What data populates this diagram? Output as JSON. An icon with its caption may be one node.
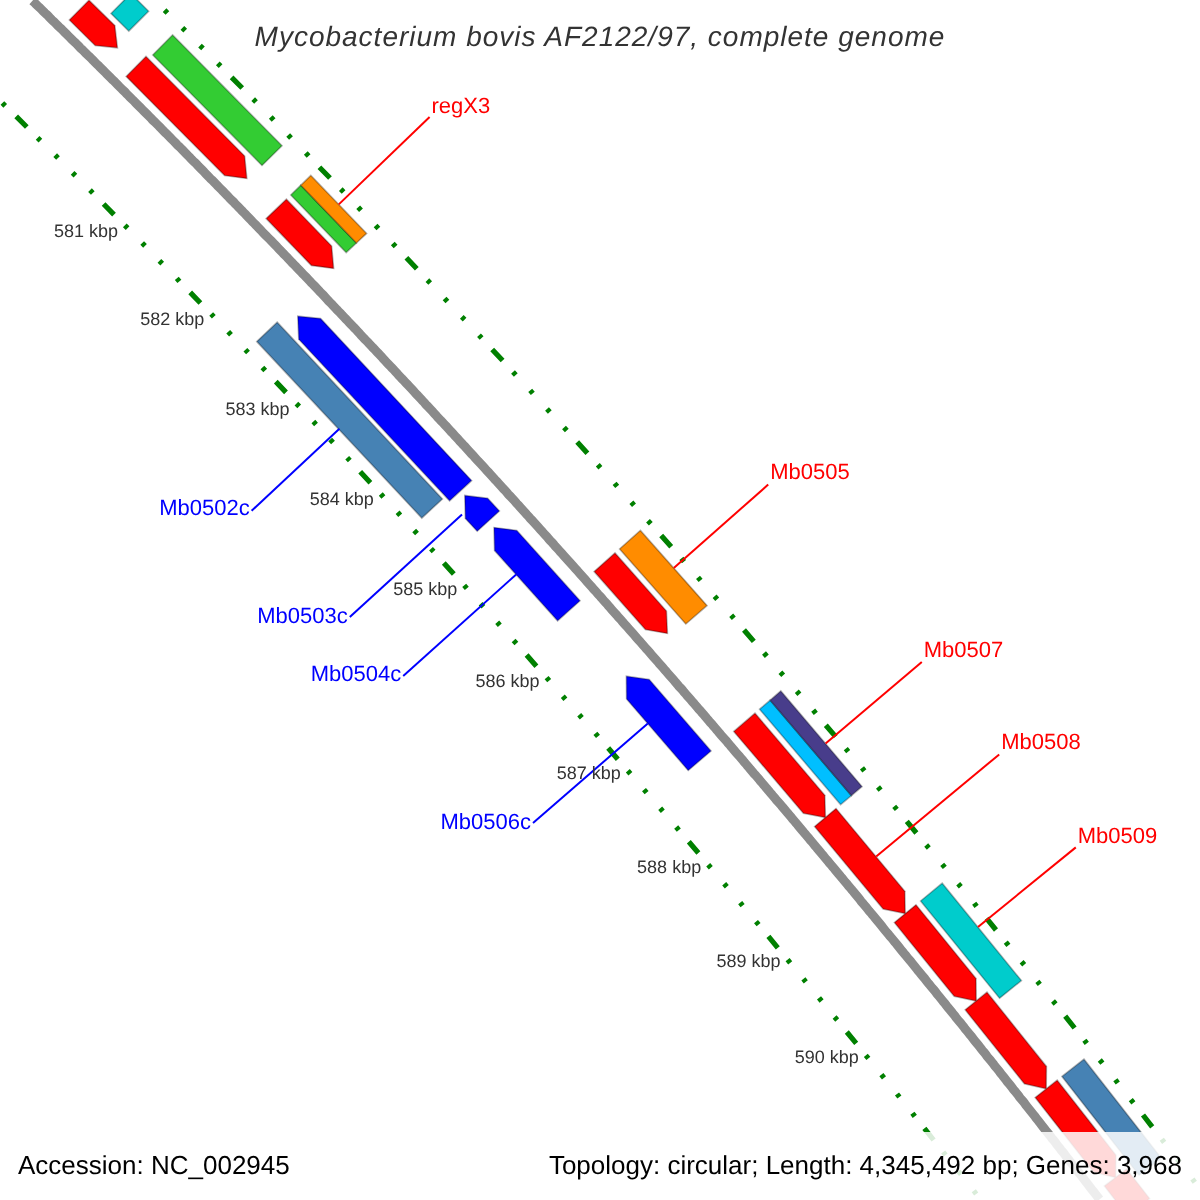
{
  "diagram": {
    "title": "Mycobacterium bovis AF2122/97, complete genome",
    "nodes": [
      {
        "text": [
          "regX3"
        ]
      },
      {
        "text": [],
        "shape": "bar"
      },
      {
        "text": [
          "Mb0502c"
        ]
      },
      {
        "text": [],
        "shape": "bar"
      },
      {
        "text": [
          "Mb0503c"
        ]
      },
      {
        "text": [],
        "shape": "bar"
      },
      {
        "text": [
          "Mb0504c"
        ]
      },
      {
        "text": [],
        "shape": "bar"
      },
      {
        "text": [
          "Mb0505"
        ]
      },
      {
        "text": [],
        "shape": "bar"
      },
      {
        "text": [
          "Mb0506c"
        ]
      },
      {
        "text": [],
        "shape": "bar"
      },
      {
        "text": [
          "Mb0507"
        ]
      },
      {
        "text": [],
        "shape": "bar"
      },
      {
        "text": [
          "Mb0508"
        ]
      },
      {
        "text": [],
        "shape": "bar"
      },
      {
        "text": [
          "Mb0509"
        ]
      },
      {
        "text": [],
        "shape": "bar"
      },
      {
        "text": [],
        "shape": "bar"
      },
      {
        "text": [],
        "shape": "bar"
      },
      {
        "text": [],
        "shape": "bar"
      },
      {
        "text": [],
        "shape": "bar"
      },
      {
        "text": [],
        "shape": "bar"
      },
      {
        "text": [],
        "shape": "bar"
      },
      {
        "text": [],
        "shape": "bar"
      },
      {
        "text": [],
        "shape": "bar"
      },
      {
        "text": [],
        "shape": "bar"
      },
      {
        "text": [],
        "shape": "bar"
      },
      {
        "text": [],
        "shape": "bar"
      },
      {
        "text": [],
        "shape": "bar"
      },
      {
        "text": [],
        "shape": "bar"
      },
      {
        "text": [],
        "shape": "bar"
      },
      {
        "text": [],
        "shape": "bar"
      }
    ],
    "edges": [
      {
        "from": 0,
        "to": 1,
        "arrow": "none"
      },
      {
        "from": 2,
        "to": 3,
        "arrow": "none",
        "color": "#0000ff"
      },
      {
        "from": 4,
        "to": 5,
        "arrow": "none",
        "color": "#0000ff"
      },
      {
        "from": 6,
        "to": 7,
        "arrow": "none",
        "color": "#0000ff"
      },
      {
        "from": 8,
        "to": 9,
        "arrow": "none"
      },
      {
        "from": 10,
        "to": 11,
        "arrow": "none",
        "color": "#0000ff"
      },
      {
        "from": 12,
        "to": 13,
        "arrow": "none"
      },
      {
        "from": 14,
        "to": 15,
        "arrow": "none"
      },
      {
        "from": 16,
        "to": 17,
        "arrow": "none"
      }
    ],
    "labels": [
      "581 kbp",
      "582 kbp",
      "583 kbp",
      "584 kbp",
      "585 kbp",
      "586 kbp",
      "587 kbp",
      "588 kbp",
      "589 kbp",
      "590 kbp",
      "Accession: NC_002945",
      "Topology: circular; Length: 4,345,492 bp; Genes: 3,968"
    ]
  }
}
